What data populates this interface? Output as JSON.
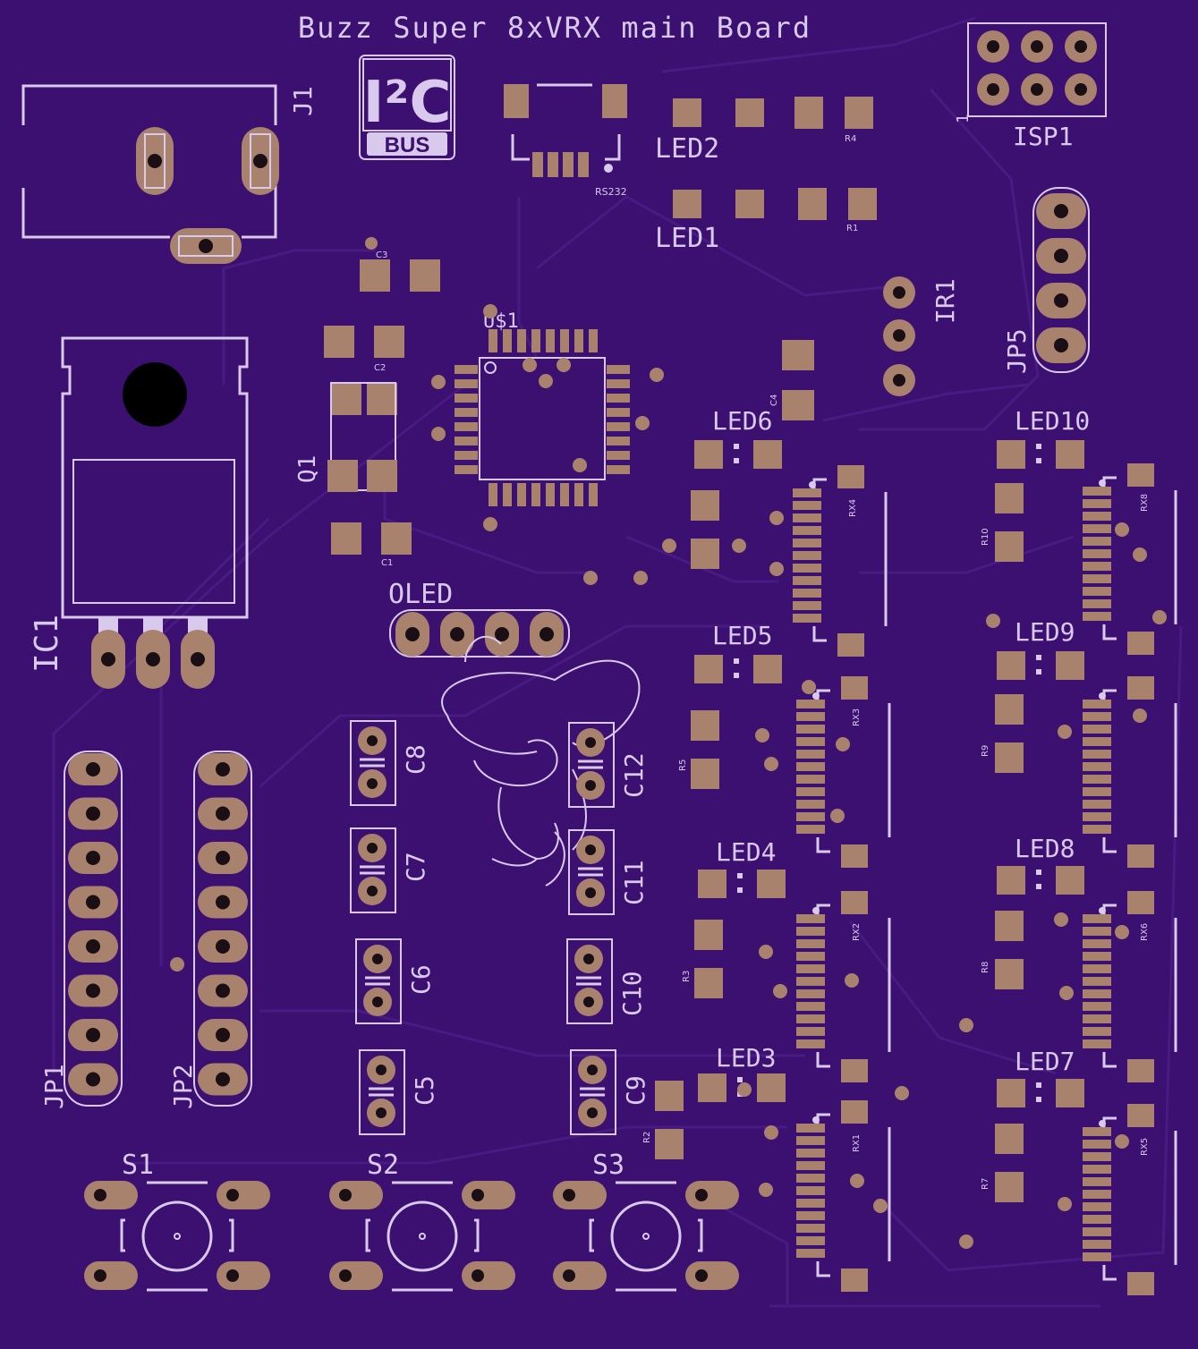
{
  "board": {
    "title": "Buzz Super 8xVRX main Board",
    "logo": {
      "top": "I²C",
      "bottom": "BUS"
    },
    "colors": {
      "substrate": "#3b1070",
      "silkscreen": "#d9c9ec",
      "copper_pad": "#a8826d",
      "hole": "#1a0f14"
    }
  },
  "labels": {
    "j1": "J1",
    "isp1": "ISP1",
    "isp1_pin": "1",
    "rs232": "RS232",
    "led1": "LED1",
    "led2": "LED2",
    "led3": "LED3",
    "led4": "LED4",
    "led5": "LED5",
    "led6": "LED6",
    "led7": "LED7",
    "led8": "LED8",
    "led9": "LED9",
    "led10": "LED10",
    "r1": "R1",
    "r2": "R2",
    "r3": "R3",
    "r4": "R4",
    "r5": "R5",
    "r7": "R7",
    "r8": "R8",
    "r9": "R9",
    "r10": "R10",
    "ir1": "IR1",
    "jp5": "JP5",
    "jp1": "JP1",
    "jp2": "JP2",
    "us1": "U$1",
    "q1": "Q1",
    "ic1": "IC1",
    "c1": "C1",
    "c2": "C2",
    "c3": "C3",
    "c4": "C4",
    "c5": "C5",
    "c6": "C6",
    "c7": "C7",
    "c8": "C8",
    "c9": "C9",
    "c10": "C10",
    "c11": "C11",
    "c12": "C12",
    "oled": "OLED",
    "rx1": "RX1",
    "rx2": "RX2",
    "rx3": "RX3",
    "rx4": "RX4",
    "rx5": "RX5",
    "rx6": "RX6",
    "rx8": "RX8",
    "s1": "S1",
    "s2": "S2",
    "s3": "S3"
  }
}
